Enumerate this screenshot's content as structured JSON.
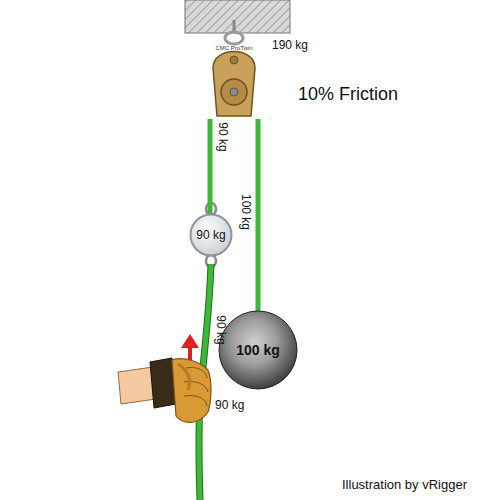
{
  "diagram": {
    "nodes": [
      {
        "text": [
          "CMC ProTwin"
        ]
      },
      {
        "text": [
          "90 kg"
        ]
      },
      {
        "text": [
          "100 kg"
        ]
      }
    ],
    "edges": [
      {
        "from": 0,
        "to": 1,
        "arrow": "none",
        "label": "90 kg"
      },
      {
        "from": 0,
        "to": 2,
        "arrow": "none",
        "label": "100 kg"
      }
    ],
    "labels": [
      "190 kg",
      "10% Friction",
      "90 kg",
      "90 kg",
      "Illustration by vRigger"
    ]
  }
}
